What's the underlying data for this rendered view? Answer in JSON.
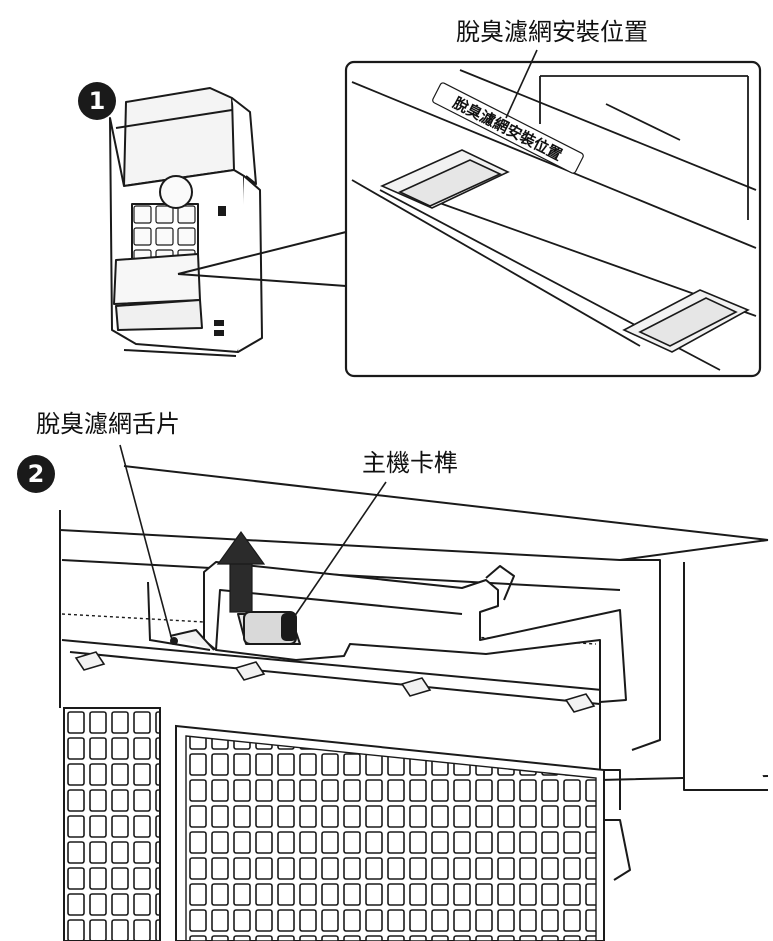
{
  "steps": {
    "step1": {
      "marker": "1"
    },
    "step2": {
      "marker": "2"
    }
  },
  "callouts": {
    "install_position": "脫臭濾網安裝位置",
    "install_position_sticker": "脫臭濾網安裝位置",
    "filter_tab": "脫臭濾網舌片",
    "unit_latch": "主機卡榫"
  },
  "colors": {
    "line": "#1a1a1a",
    "fill_light": "#f4f4f4",
    "fill_mid": "#e6e6e6",
    "arrow": "#2b2b2b"
  }
}
